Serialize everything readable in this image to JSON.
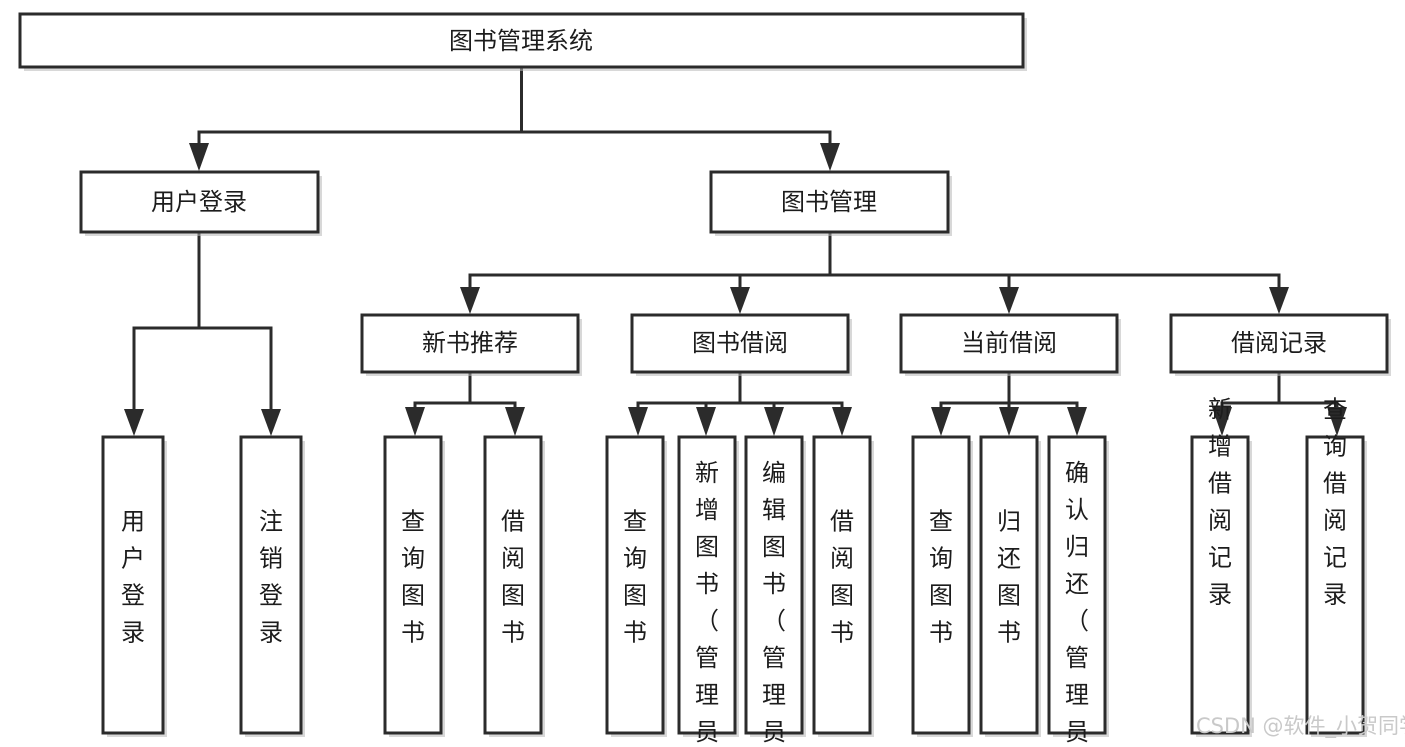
{
  "diagram": {
    "title": "图书管理系统",
    "watermark": "CSDN @软件_小贺同学",
    "colors": {
      "stroke": "#2b2b2b",
      "fill": "#ffffff",
      "text": "#1c1c1c",
      "watermark": "#c9c9c9"
    },
    "root": {
      "id": "root",
      "label": "图书管理系统"
    },
    "level2": [
      {
        "id": "user-login",
        "label": "用户登录"
      },
      {
        "id": "book-management",
        "label": "图书管理"
      }
    ],
    "level3": [
      {
        "id": "new-book-recommend",
        "label": "新书推荐"
      },
      {
        "id": "book-borrow",
        "label": "图书借阅"
      },
      {
        "id": "current-borrow",
        "label": "当前借阅"
      },
      {
        "id": "borrow-record",
        "label": "借阅记录"
      }
    ],
    "leaves": {
      "user_login": [
        {
          "id": "leaf-user-login",
          "label": "用户登录"
        },
        {
          "id": "leaf-logout-login",
          "label": "注销登录"
        }
      ],
      "new_book_recommend": [
        {
          "id": "leaf-query-book-1",
          "label": "查询图书"
        },
        {
          "id": "leaf-borrow-book-1",
          "label": "借阅图书"
        }
      ],
      "book_borrow": [
        {
          "id": "leaf-query-book-2",
          "label": "查询图书"
        },
        {
          "id": "leaf-add-book-admin",
          "label": "新增图书（管理员）"
        },
        {
          "id": "leaf-edit-book-admin",
          "label": "编辑图书（管理员）"
        },
        {
          "id": "leaf-borrow-book-2",
          "label": "借阅图书"
        }
      ],
      "current_borrow": [
        {
          "id": "leaf-query-book-3",
          "label": "查询图书"
        },
        {
          "id": "leaf-return-book",
          "label": "归还图书"
        },
        {
          "id": "leaf-confirm-return-admin",
          "label": "确认归还（管理员）"
        }
      ],
      "borrow_record": [
        {
          "id": "leaf-add-borrow-record",
          "label": "新增借阅记录"
        },
        {
          "id": "leaf-query-borrow-record",
          "label": "查询借阅记录"
        }
      ]
    }
  }
}
